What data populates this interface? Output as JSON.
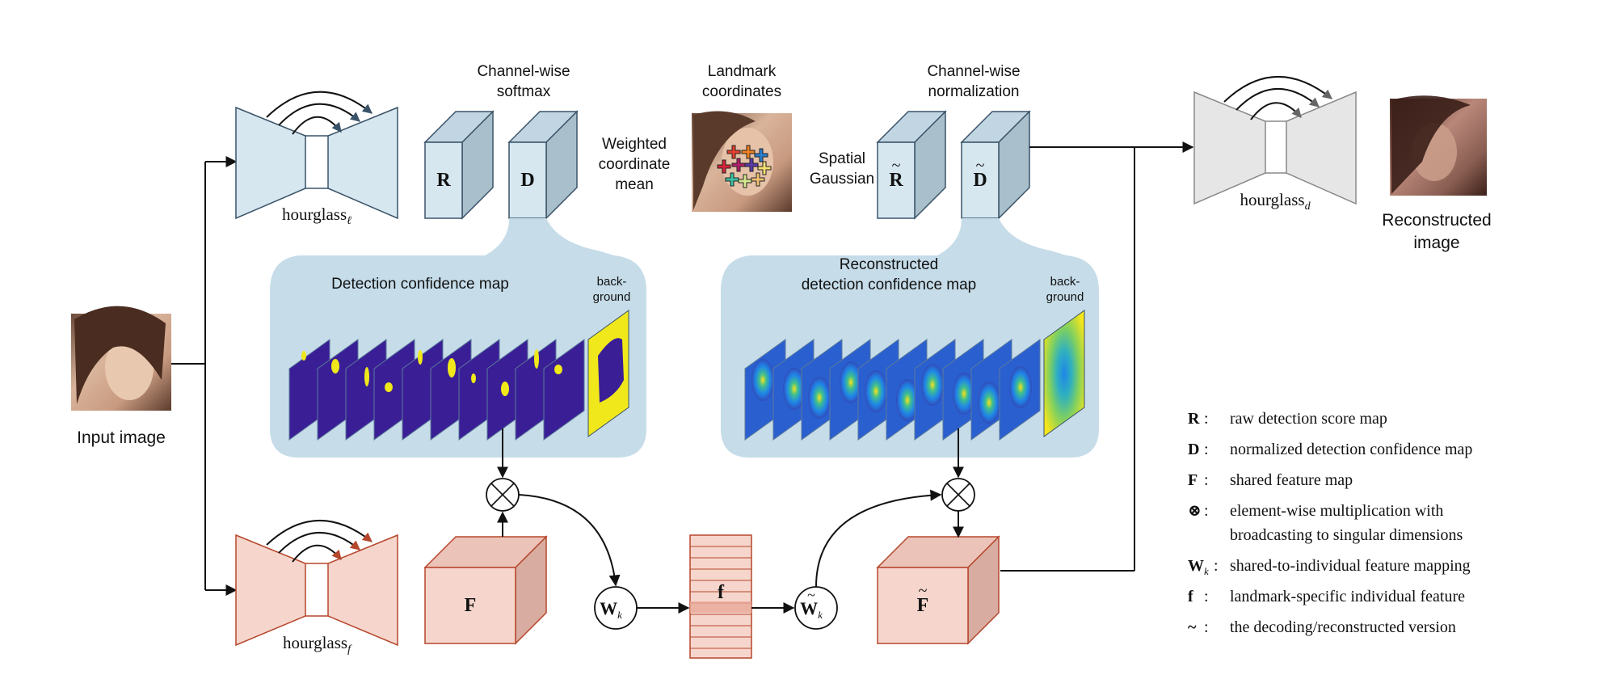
{
  "labels": {
    "input_image": "Input image",
    "reconstructed_image": "Reconstructed image",
    "reconstructed_image_l1": "Reconstructed",
    "reconstructed_image_l2": "image",
    "channel_softmax_l1": "Channel-wise",
    "channel_softmax_l2": "softmax",
    "landmark_coords_l1": "Landmark",
    "landmark_coords_l2": "coordinates",
    "channel_norm_l1": "Channel-wise",
    "channel_norm_l2": "normalization",
    "weighted_mean_l1": "Weighted",
    "weighted_mean_l2": "coordinate",
    "weighted_mean_l3": "mean",
    "spatial_gaussian_l1": "Spatial",
    "spatial_gaussian_l2": "Gaussian",
    "detection_map_title": "Detection confidence map",
    "recon_map_title_l1": "Reconstructed",
    "recon_map_title_l2": "detection confidence map",
    "background_l1": "back-",
    "background_l2": "ground",
    "hourglass": "hourglass",
    "hourglass_l_sub": "ℓ",
    "hourglass_f_sub": "f",
    "hourglass_d_sub": "d",
    "R": "R",
    "D": "D",
    "F": "F",
    "W": "W",
    "W_sub": "k",
    "f": "f",
    "tilde": "~"
  },
  "legend": [
    {
      "sym": "R",
      "sym_sub": "",
      "sep": ":",
      "text": "raw detection score map",
      "text2": ""
    },
    {
      "sym": "D",
      "sym_sub": "",
      "sep": ":",
      "text": "normalized detection confidence map",
      "text2": ""
    },
    {
      "sym": "F",
      "sym_sub": "",
      "sep": ":",
      "text": "shared feature map",
      "text2": ""
    },
    {
      "sym": "⊗",
      "sym_sub": "",
      "sep": ":",
      "text": "element-wise multiplication with",
      "text2": "broadcasting to singular dimensions"
    },
    {
      "sym": "W",
      "sym_sub": "k",
      "sep": ":",
      "text": "shared-to-individual feature mapping",
      "text2": ""
    },
    {
      "sym": "f",
      "sym_sub": "",
      "sep": ":",
      "text": "landmark-specific individual feature",
      "text2": ""
    },
    {
      "sym": "~",
      "sym_sub": "",
      "sep": ":",
      "text": "the decoding/reconstructed version",
      "text2": ""
    }
  ],
  "colors": {
    "blue_face": "#d6e7f0",
    "blue_side": "#a9bfcc",
    "blue_top": "#c1d6e2",
    "blue_panel": "#c6dce9",
    "blue_edge": "#3a5368",
    "red_face": "#f6d6cc",
    "red_side": "#d9aca1",
    "red_top": "#ecc3b8",
    "red_edge": "#b5472c",
    "grey_face": "#e6e6e6",
    "grey_edge": "#888888",
    "map_purple": "#3a1e96",
    "map_yellow": "#f0e81a",
    "gauss_blue": "#2a7fe0"
  }
}
